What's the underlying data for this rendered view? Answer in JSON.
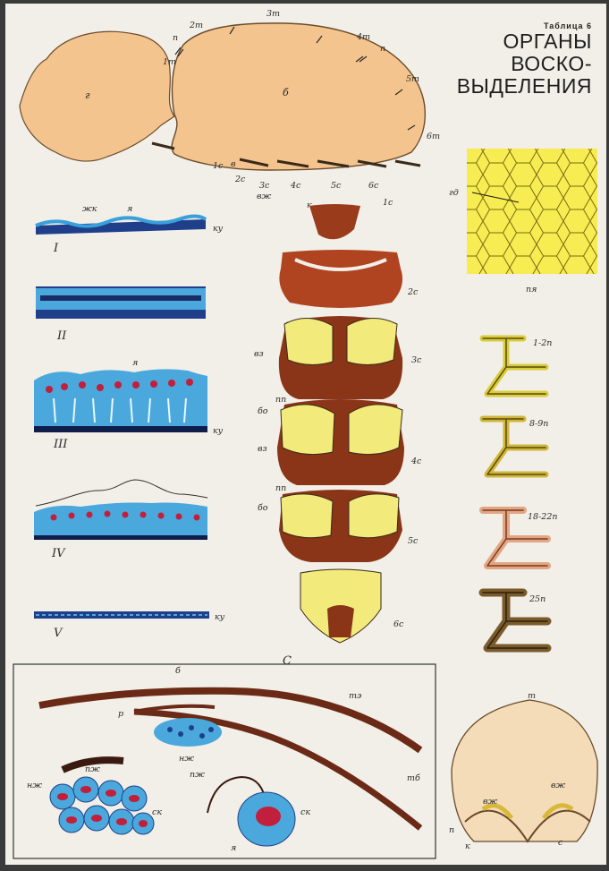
{
  "plate": {
    "number": "Таблица 6",
    "title_lines": [
      "ОРГАНЫ",
      "ВОСКО-",
      "ВЫДЕЛЕНИЯ"
    ]
  },
  "colors": {
    "paper": "#f1efe8",
    "body_beige": "#f4c48e",
    "sternite_brown": "#9a3c1c",
    "wax_mirror_yellow": "#f2ea7a",
    "cell_blue": "#4aa8dc",
    "nucleus_red": "#c21f3c",
    "comb_yellow": "#f7ec52"
  },
  "bee_body": {
    "head_label": "г",
    "thorax_label": "б",
    "tergite_labels": [
      "1т",
      "2т",
      "3т",
      "4т",
      "5т",
      "6т",
      "п",
      "п"
    ],
    "sternite_labels": [
      "1с",
      "2с",
      "3с",
      "4с",
      "5с",
      "6с",
      "в",
      "вж",
      "к"
    ]
  },
  "epithelium": {
    "top_labels": [
      "жк",
      "я"
    ],
    "ku_label": "ку",
    "stages": [
      "I",
      "II",
      "III",
      "IV",
      "V"
    ],
    "stage3_nucleus_label": "я"
  },
  "sternites": {
    "labels": [
      "1с",
      "2с",
      "3с",
      "4с",
      "5с",
      "6с"
    ],
    "part_labels": [
      "вз",
      "пп",
      "бо",
      "вз",
      "пп",
      "бо"
    ],
    "caption": "С"
  },
  "honeycomb": {
    "gd_label": "гд",
    "caption": "пя"
  },
  "cell_walls": {
    "labels": [
      "1-2п",
      "8-9п",
      "18-22п",
      "25п"
    ]
  },
  "section_detail": {
    "labels": [
      "б",
      "р",
      "нж",
      "тэ",
      "тб",
      "нж",
      "пж",
      "ск",
      "пж",
      "ск",
      "я"
    ]
  },
  "cross_section": {
    "labels": [
      "т",
      "вж",
      "вж",
      "п",
      "к",
      "с"
    ]
  }
}
